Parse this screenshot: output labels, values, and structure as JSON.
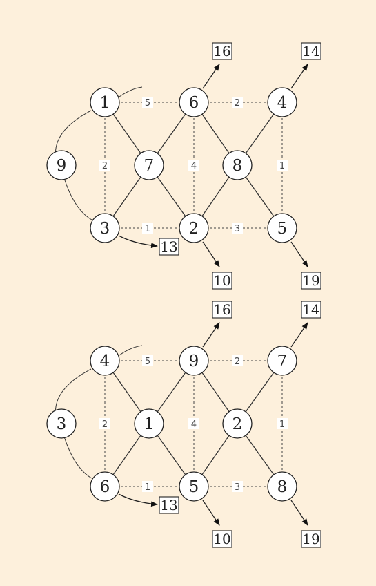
{
  "graphs": [
    {
      "nodes": {
        "a": "1",
        "b": "6",
        "c": "4",
        "d": "9",
        "e": "7",
        "f": "8",
        "g": "3",
        "h": "2",
        "i": "5"
      },
      "weights": {
        "top_left": "5",
        "top_right": "2",
        "left_vertical": "2",
        "middle_vertical": "4",
        "right_vertical": "1",
        "bottom_left": "1",
        "bottom_right": "3"
      },
      "boxes": {
        "top_middle": "16",
        "top_right": "14",
        "bottom_left": "13",
        "bottom_middle": "10",
        "bottom_right": "19"
      }
    },
    {
      "nodes": {
        "a": "4",
        "b": "9",
        "c": "7",
        "d": "3",
        "e": "1",
        "f": "2",
        "g": "6",
        "h": "5",
        "i": "8"
      },
      "weights": {
        "top_left": "5",
        "top_right": "2",
        "left_vertical": "2",
        "middle_vertical": "4",
        "right_vertical": "1",
        "bottom_left": "1",
        "bottom_right": "3"
      },
      "boxes": {
        "top_middle": "16",
        "top_right": "14",
        "bottom_left": "13",
        "bottom_middle": "10",
        "bottom_right": "19"
      }
    }
  ]
}
